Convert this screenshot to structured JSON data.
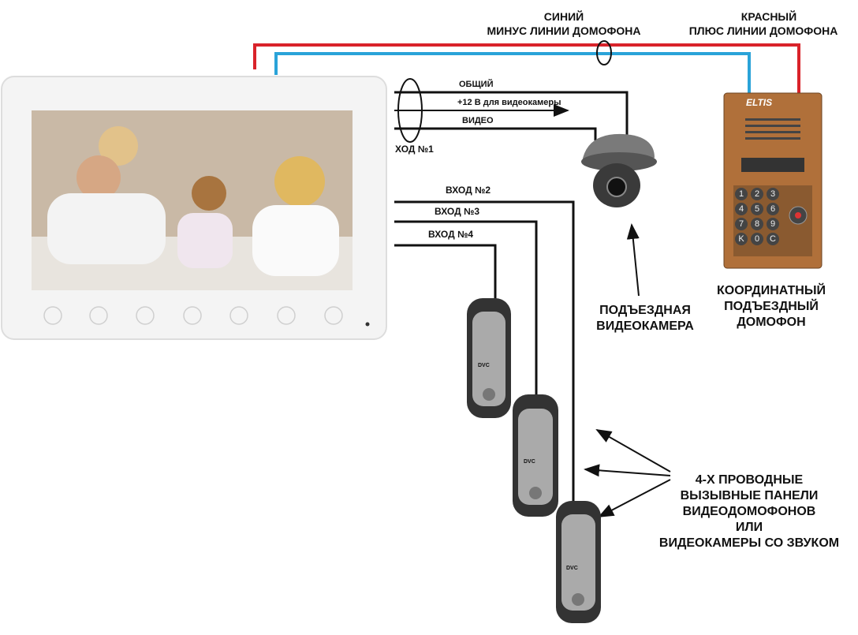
{
  "wires": {
    "blue_top": "СИНИЙ",
    "blue_bottom": "МИНУС  ЛИНИИ ДОМОФОНА",
    "red_top": "КРАСНЫЙ",
    "red_bottom": "ПЛЮС  ЛИНИИ ДОМОФОНА"
  },
  "input1": {
    "common": "ОБЩИЙ",
    "power": "+12 В для видеокамеры",
    "video": "ВИДЕО",
    "label": "ХОД №1"
  },
  "inputs": [
    "ВХОД №2",
    "ВХОД №3",
    "ВХОД №4"
  ],
  "camera_label": [
    "ПОДЪЕЗДНАЯ",
    "ВИДЕОКАМЕРА"
  ],
  "intercom_label": [
    "КООРДИНАТНЫЙ",
    "ПОДЪЕЗДНЫЙ",
    "ДОМОФОН"
  ],
  "intercom_brand": "ELTIS",
  "keypad": [
    "1",
    "2",
    "3",
    "4",
    "5",
    "6",
    "7",
    "8",
    "9",
    "K",
    "0",
    "C"
  ],
  "panel_brand": "DVC",
  "panels_label": [
    "4-Х ПРОВОДНЫЕ",
    "ВЫЗЫВНЫЕ ПАНЕЛИ",
    "ВИДЕОДОМОФОНОВ",
    "ИЛИ",
    "ВИДЕОКАМЕРЫ СО ЗВУКОМ"
  ],
  "colors": {
    "red": "#d9232a",
    "blue": "#2aa3d8",
    "copper": "#b0703a"
  }
}
